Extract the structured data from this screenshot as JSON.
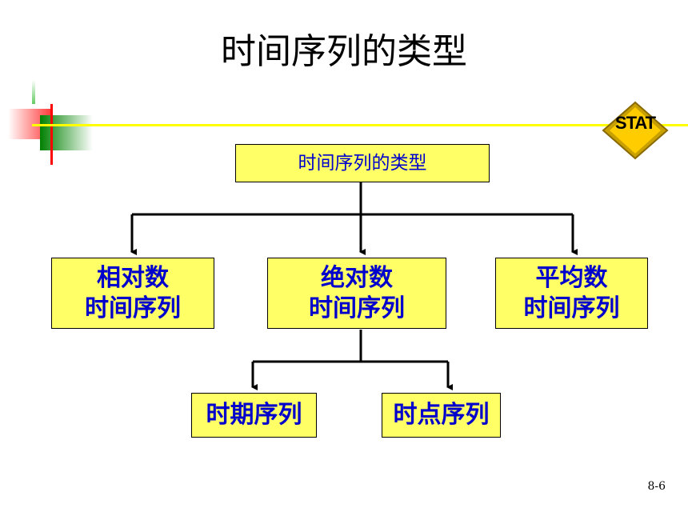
{
  "slide": {
    "title": "时间序列的类型",
    "page_number": "8-6"
  },
  "badge": {
    "text": "STAT"
  },
  "tree": {
    "root": {
      "label": "时间序列的类型"
    },
    "level1": [
      {
        "line1": "相对数",
        "line2": "时间序列"
      },
      {
        "line1": "绝对数",
        "line2": "时间序列"
      },
      {
        "line1": "平均数",
        "line2": "时间序列"
      }
    ],
    "level2": [
      {
        "label": "时期序列"
      },
      {
        "label": "时点序列"
      }
    ]
  },
  "colors": {
    "node_fill": "#ffff66",
    "node_text": "#0000cc",
    "accent_line": "#ffff00",
    "deco_red": "#ff0000",
    "deco_green": "#008000"
  }
}
